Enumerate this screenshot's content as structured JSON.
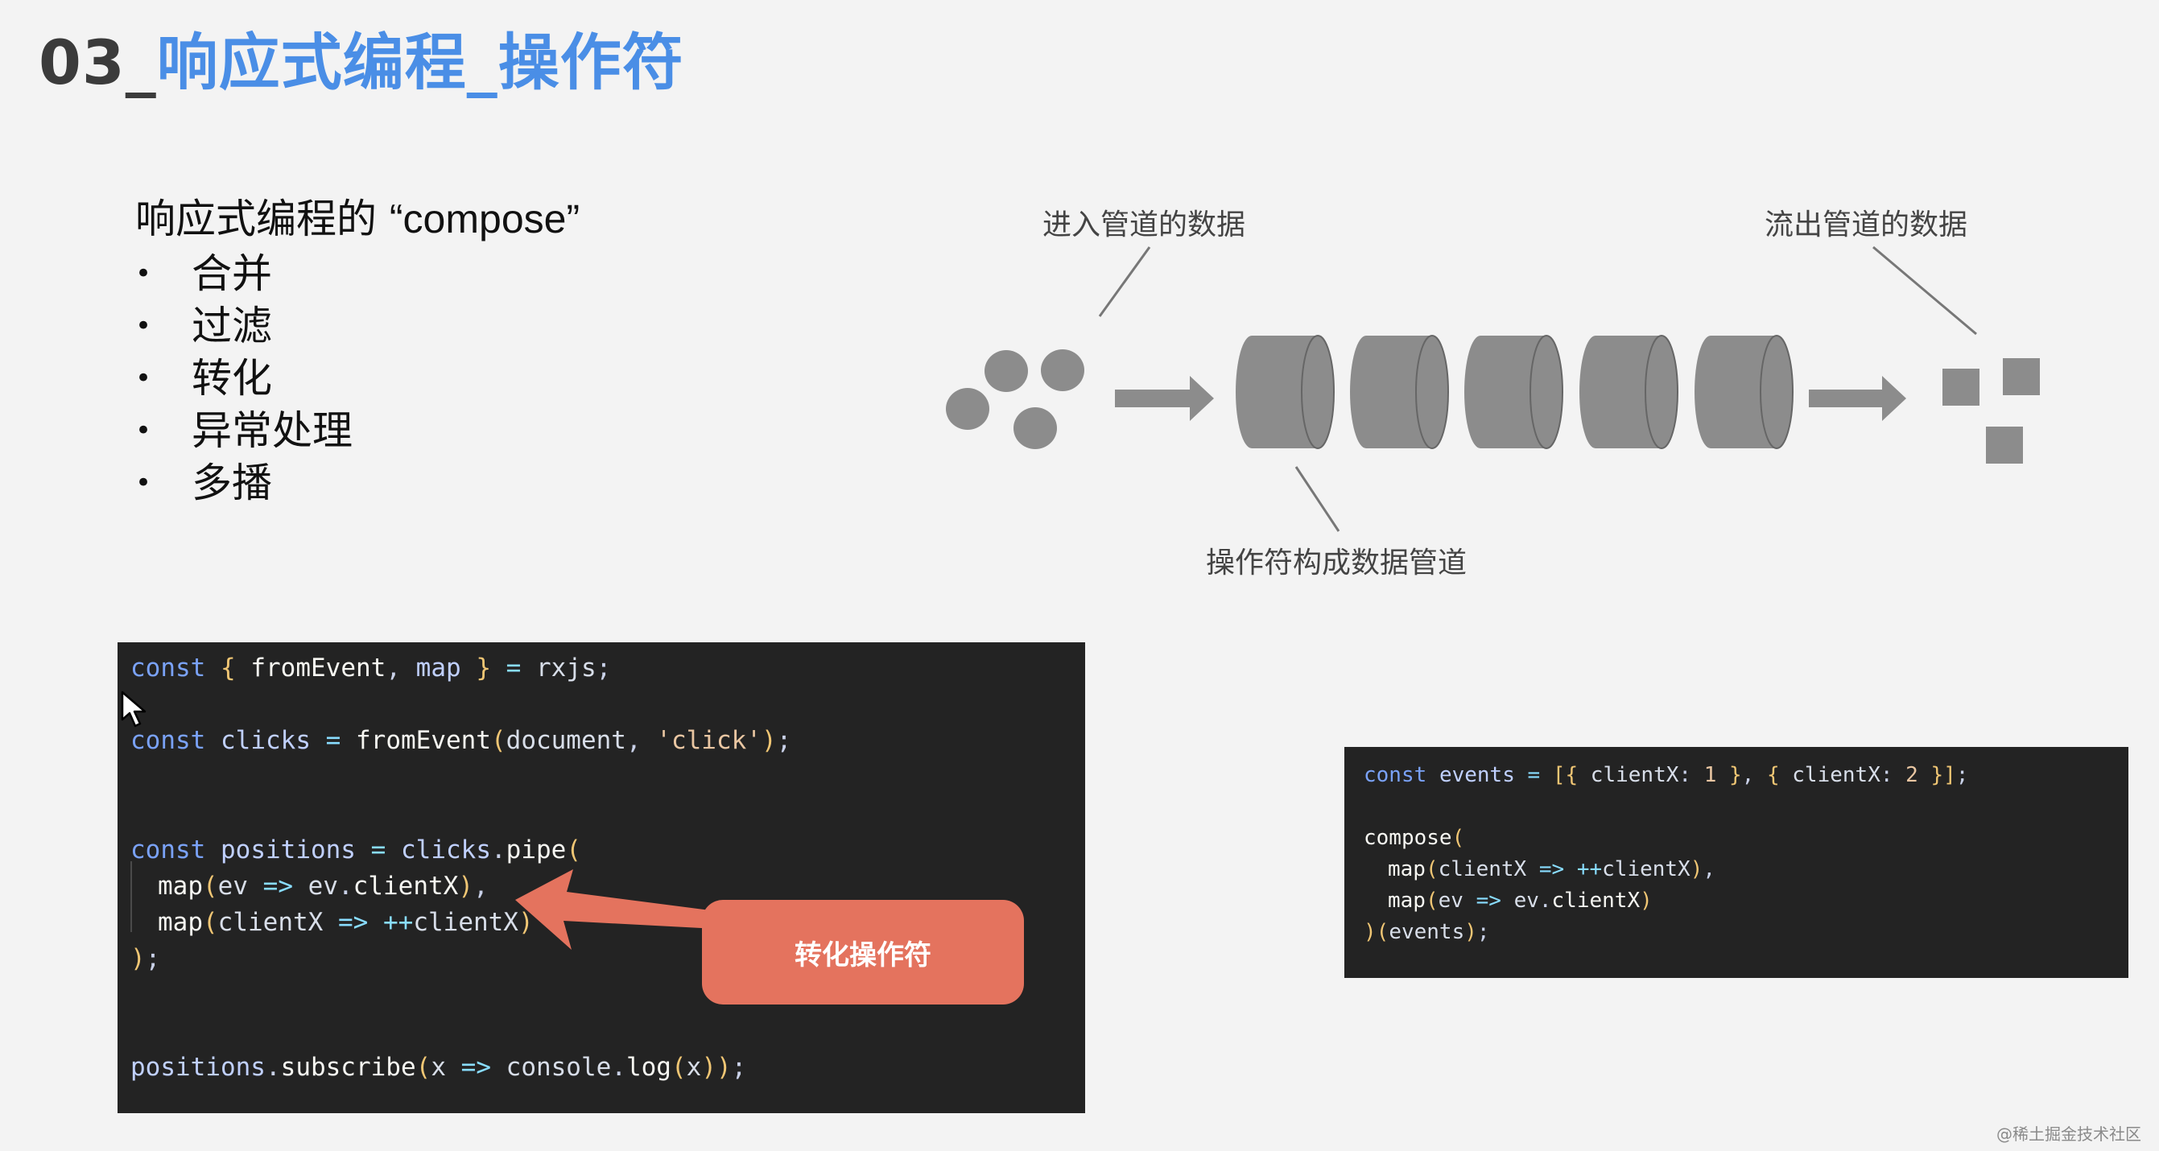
{
  "title": {
    "number": "03_",
    "text": "响应式编程_操作符"
  },
  "intro": {
    "heading_prefix": "响应式编程的 ",
    "heading_term": "“compose”",
    "bullet_char": "•",
    "items": [
      "合并",
      "过滤",
      "转化",
      "异常处理",
      "多播"
    ]
  },
  "diagram": {
    "label_in": "进入管道的数据",
    "label_out": "流出管道的数据",
    "label_pipe": "操作符构成数据管道",
    "color": "#8c8c8c"
  },
  "code_left": {
    "lines": [
      "const { fromEvent, map } = rxjs;",
      "const clicks = fromEvent(document, 'click');",
      "const positions = clicks.pipe(",
      "map(ev => ev.clientX),",
      "map(clientX => ++clientX)",
      ");",
      "positions.subscribe(x => console.log(x));"
    ]
  },
  "annotation": {
    "label": "转化操作符",
    "color": "#e4735e"
  },
  "code_right": {
    "lines": [
      "const events = [{ clientX: 1 }, { clientX: 2 }];",
      "compose(",
      "map(clientX => ++clientX),",
      "map(ev => ev.clientX)",
      ")(events);"
    ]
  },
  "watermark": "@稀土掘金技术社区"
}
